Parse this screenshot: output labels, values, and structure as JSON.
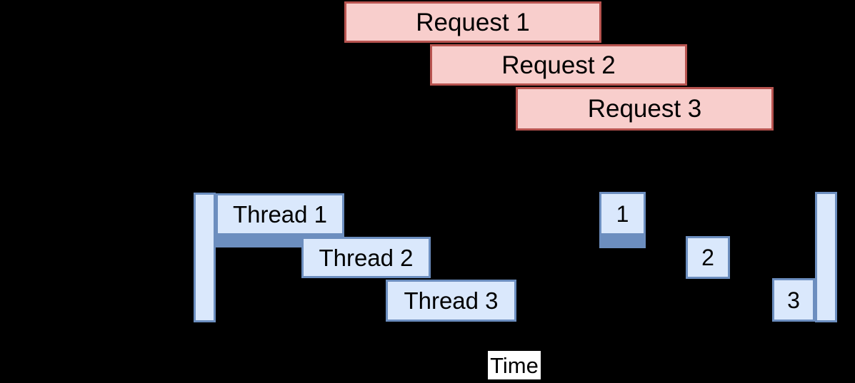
{
  "diagram": {
    "kind": "thread-request-timeline",
    "background": "#000000",
    "requests": {
      "fill": "#f8cecc",
      "border": "#b85450",
      "items": [
        {
          "label": "Request 1"
        },
        {
          "label": "Request 2"
        },
        {
          "label": "Request 3"
        }
      ]
    },
    "threads": {
      "fill": "#dae8fc",
      "border": "#6c8ebf",
      "busy_fill": "#6c8ebf",
      "items": [
        {
          "label": "Thread 1",
          "busy_bar": true
        },
        {
          "label": "Thread 2",
          "busy_bar": false
        },
        {
          "label": "Thread 3",
          "busy_bar": false
        }
      ],
      "completions": [
        {
          "label": "1",
          "busy_bar": true
        },
        {
          "label": "2",
          "busy_bar": false
        },
        {
          "label": "3",
          "busy_bar": false
        }
      ]
    },
    "axis": {
      "label": "Time",
      "label_bg": "#ffffff",
      "label_color": "#000000"
    }
  }
}
